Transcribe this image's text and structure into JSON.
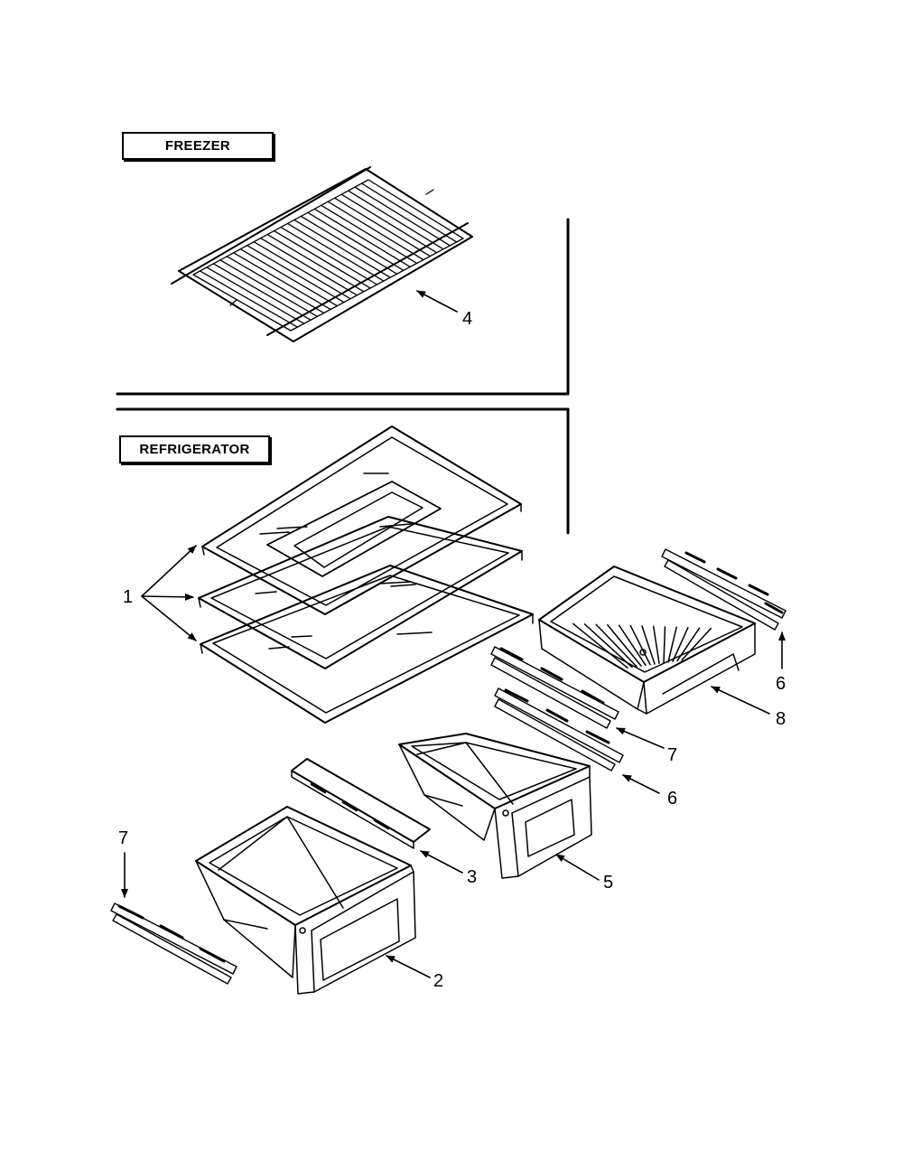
{
  "sections": {
    "freezer": "FREEZER",
    "refrigerator": "REFRIGERATOR"
  },
  "callouts": {
    "shelf_1": "1",
    "crisper_2": "2",
    "cover_3": "3",
    "freezer_shelf_4": "4",
    "crisper_5": "5",
    "slide_6_right": "6",
    "slide_6_center": "6",
    "slide_7_center": "7",
    "slide_7_left": "7",
    "pan_8": "8"
  }
}
